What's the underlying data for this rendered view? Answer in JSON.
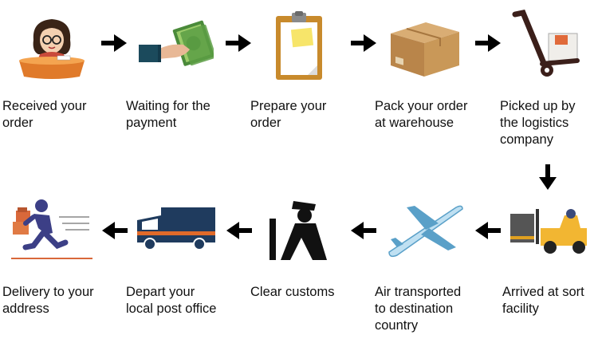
{
  "steps": [
    {
      "label": "Received your\norder",
      "icon": "receptionist-icon"
    },
    {
      "label": "Waiting for the\npayment",
      "icon": "cash-payment-icon"
    },
    {
      "label": "Prepare your\norder",
      "icon": "clipboard-icon"
    },
    {
      "label": "Pack your order\nat warehouse",
      "icon": "cardboard-box-icon"
    },
    {
      "label": "Picked up by\nthe logistics\ncompany",
      "icon": "hand-truck-icon"
    },
    {
      "label": "Arrived at sort\nfacility",
      "icon": "forklift-icon"
    },
    {
      "label": "Air transported\nto destination\ncountry",
      "icon": "airplane-icon"
    },
    {
      "label": "Clear customs",
      "icon": "customs-officer-icon"
    },
    {
      "label": "Depart your\nlocal post office",
      "icon": "delivery-truck-icon"
    },
    {
      "label": "Delivery to your\naddress",
      "icon": "courier-running-icon"
    }
  ],
  "colors": {
    "arrow": "#000000",
    "text": "#111111"
  }
}
